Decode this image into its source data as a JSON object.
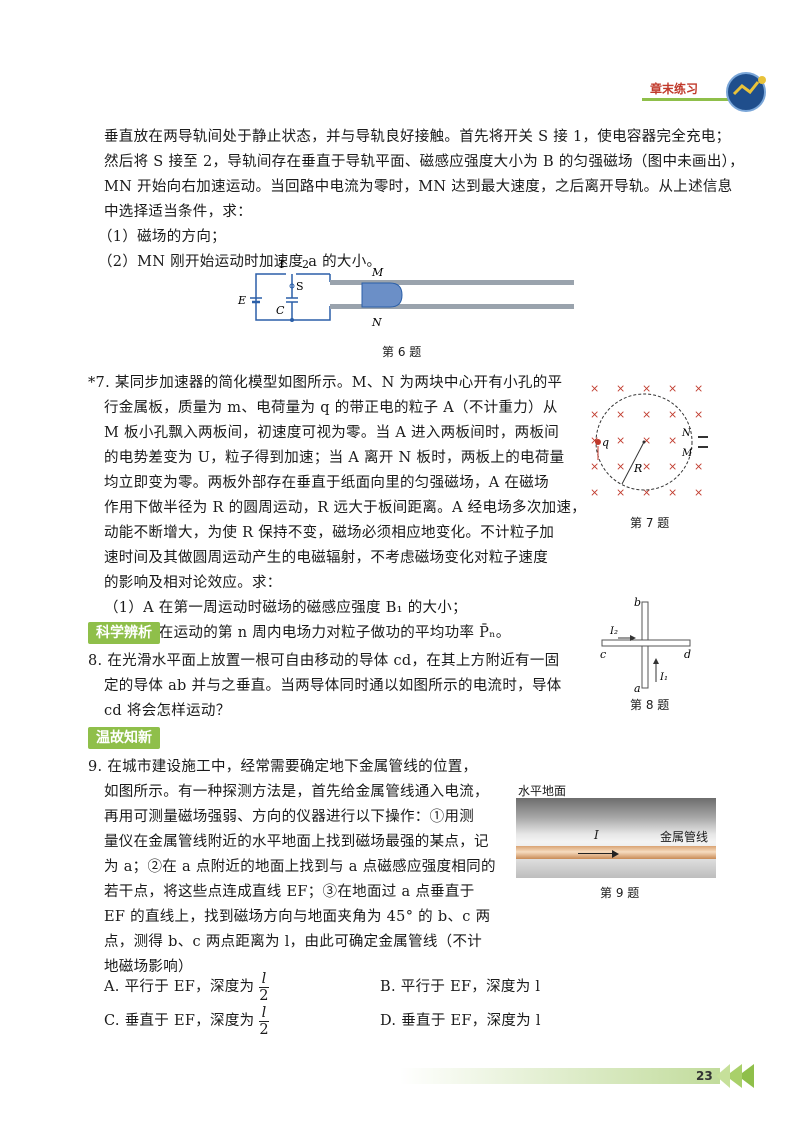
{
  "header": {
    "section_title": "章末练习"
  },
  "problem6": {
    "lines": [
      "垂直放在两导轨间处于静止状态，并与导轨良好接触。首先将开关 S 接 1，使电容器完全充电；",
      "然后将 S 接至 2，导轨间存在垂直于导轨平面、磁感应强度大小为 B 的匀强磁场（图中未画出），",
      "MN 开始向右加速运动。当回路中电流为零时，MN 达到最大速度，之后离开导轨。从上述信息",
      "中选择适当条件，求：",
      "（1）磁场的方向；",
      "（2）MN 刚开始运动时加速度 a 的大小。"
    ],
    "figure": {
      "labels": {
        "one": "1",
        "two": "2",
        "s": "S",
        "e": "E",
        "c": "C",
        "m": "M",
        "n": "N"
      },
      "caption": "第 6 题"
    }
  },
  "problem7": {
    "lines": [
      "*7. 某同步加速器的简化模型如图所示。M、N 为两块中心开有小孔的平",
      "行金属板，质量为 m、电荷量为 q 的带正电的粒子 A（不计重力）从",
      "M 板小孔飘入两板间，初速度可视为零。当 A 进入两板间时，两板间",
      "的电势差变为 U，粒子得到加速；当 A 离开 N 板时，两板上的电荷量",
      "均立即变为零。两板外部存在垂直于纸面向里的匀强磁场，A 在磁场",
      "作用下做半径为 R 的圆周运动，R 远大于板间距离。A 经电场多次加速，",
      "动能不断增大，为使 R 保持不变，磁场必须相应地变化。不计粒子加",
      "速时间及其做圆周运动产生的电磁辐射，不考虑磁场变化对粒子速度",
      "的影响及相对论效应。求：",
      "（1）A 在第一周运动时磁场的磁感应强度 B₁ 的大小；",
      "（2）A 在运动的第 n 周内电场力对粒子做功的平均功率 P̄ₙ。"
    ],
    "figure": {
      "labels": {
        "q": "q",
        "r": "R",
        "n": "N",
        "m": "M"
      },
      "caption": "第 7 题"
    }
  },
  "section_science": "科学辨析",
  "problem8": {
    "lines": [
      "8. 在光滑水平面上放置一根可自由移动的导体 cd，在其上方附近有一固",
      "定的导体 ab 并与之垂直。当两导体同时通以如图所示的电流时，导体",
      "cd 将会怎样运动？"
    ],
    "figure": {
      "labels": {
        "a": "a",
        "b": "b",
        "c": "c",
        "d": "d",
        "i1": "I₁",
        "i2": "I₂"
      },
      "caption": "第 8 题"
    }
  },
  "section_review": "温故知新",
  "problem9": {
    "lines": [
      "9. 在城市建设施工中，经常需要确定地下金属管线的位置，",
      "如图所示。有一种探测方法是，首先给金属管线通入电流，",
      "再用可测量磁场强弱、方向的仪器进行以下操作：①用测",
      "量仪在金属管线附近的水平地面上找到磁场最强的某点，记",
      "为 a；②在 a 点附近的地面上找到与 a 点磁感应强度相同的",
      "若干点，将这些点连成直线 EF；③在地面过 a 点垂直于",
      "EF 的直线上，找到磁场方向与地面夹角为 45° 的 b、c 两",
      "点，测得 b、c 两点距离为 l，由此可确定金属管线（不计",
      "地磁场影响）"
    ],
    "figure": {
      "ground_label": "水平地面",
      "current_label": "I",
      "pipe_label": "金属管线",
      "caption": "第 9 题"
    },
    "options": {
      "a_text": "A. 平行于 EF，深度为",
      "a_num": "l",
      "a_den": "2",
      "b_text": "B. 平行于 EF，深度为 l",
      "c_text": "C. 垂直于 EF，深度为",
      "c_num": "l",
      "c_den": "2",
      "d_text": "D. 垂直于 EF，深度为 l"
    }
  },
  "page_number": "23",
  "colors": {
    "accent_green": "#8fbf4a",
    "header_red": "#c0392b",
    "rail_gray": "#9aa3ad",
    "plate_blue": "#6b8fc7"
  }
}
